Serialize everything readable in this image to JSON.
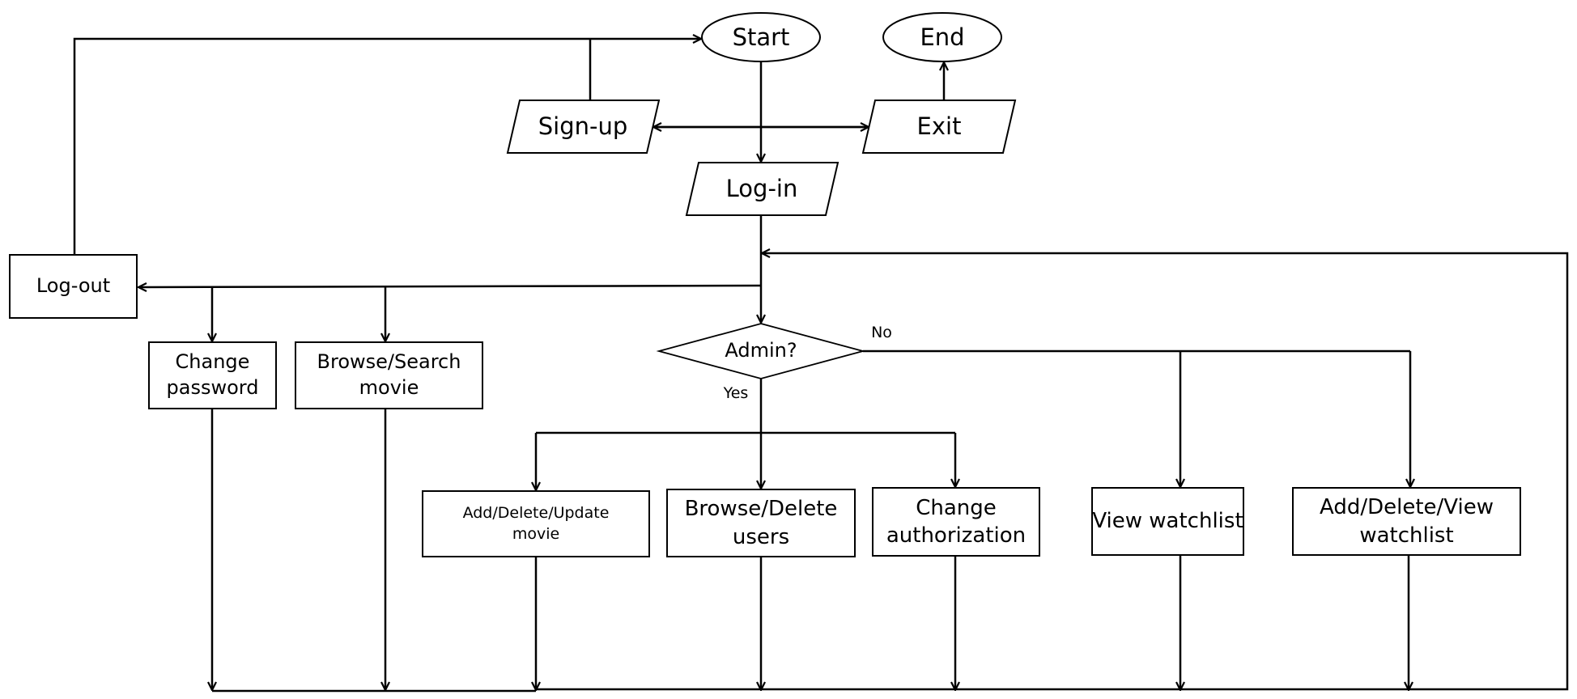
{
  "nodes": {
    "start": "Start",
    "end": "End",
    "signup": "Sign-up",
    "exit": "Exit",
    "login": "Log-in",
    "logout": "Log-out",
    "admin": "Admin?",
    "change_password": "Change\npassword",
    "browse_search_movie": "Browse/Search\nmovie",
    "add_delete_update_movie": "Add/Delete/Update\nmovie",
    "browse_delete_users": "Browse/Delete\nusers",
    "change_authorization": "Change\nauthorization",
    "view_watchlist": "View watchlist",
    "add_delete_view_watchlist": "Add/Delete/View\nwatchlist"
  },
  "edges": {
    "no": "No",
    "yes": "Yes"
  }
}
